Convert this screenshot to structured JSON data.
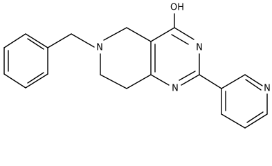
{
  "molecule": {
    "atoms": [
      {
        "id": "N6",
        "label": "N"
      },
      {
        "id": "OH",
        "label": "OH"
      },
      {
        "id": "N3",
        "label": "N"
      },
      {
        "id": "N1",
        "label": "N"
      },
      {
        "id": "Npy",
        "label": "N"
      }
    ]
  }
}
